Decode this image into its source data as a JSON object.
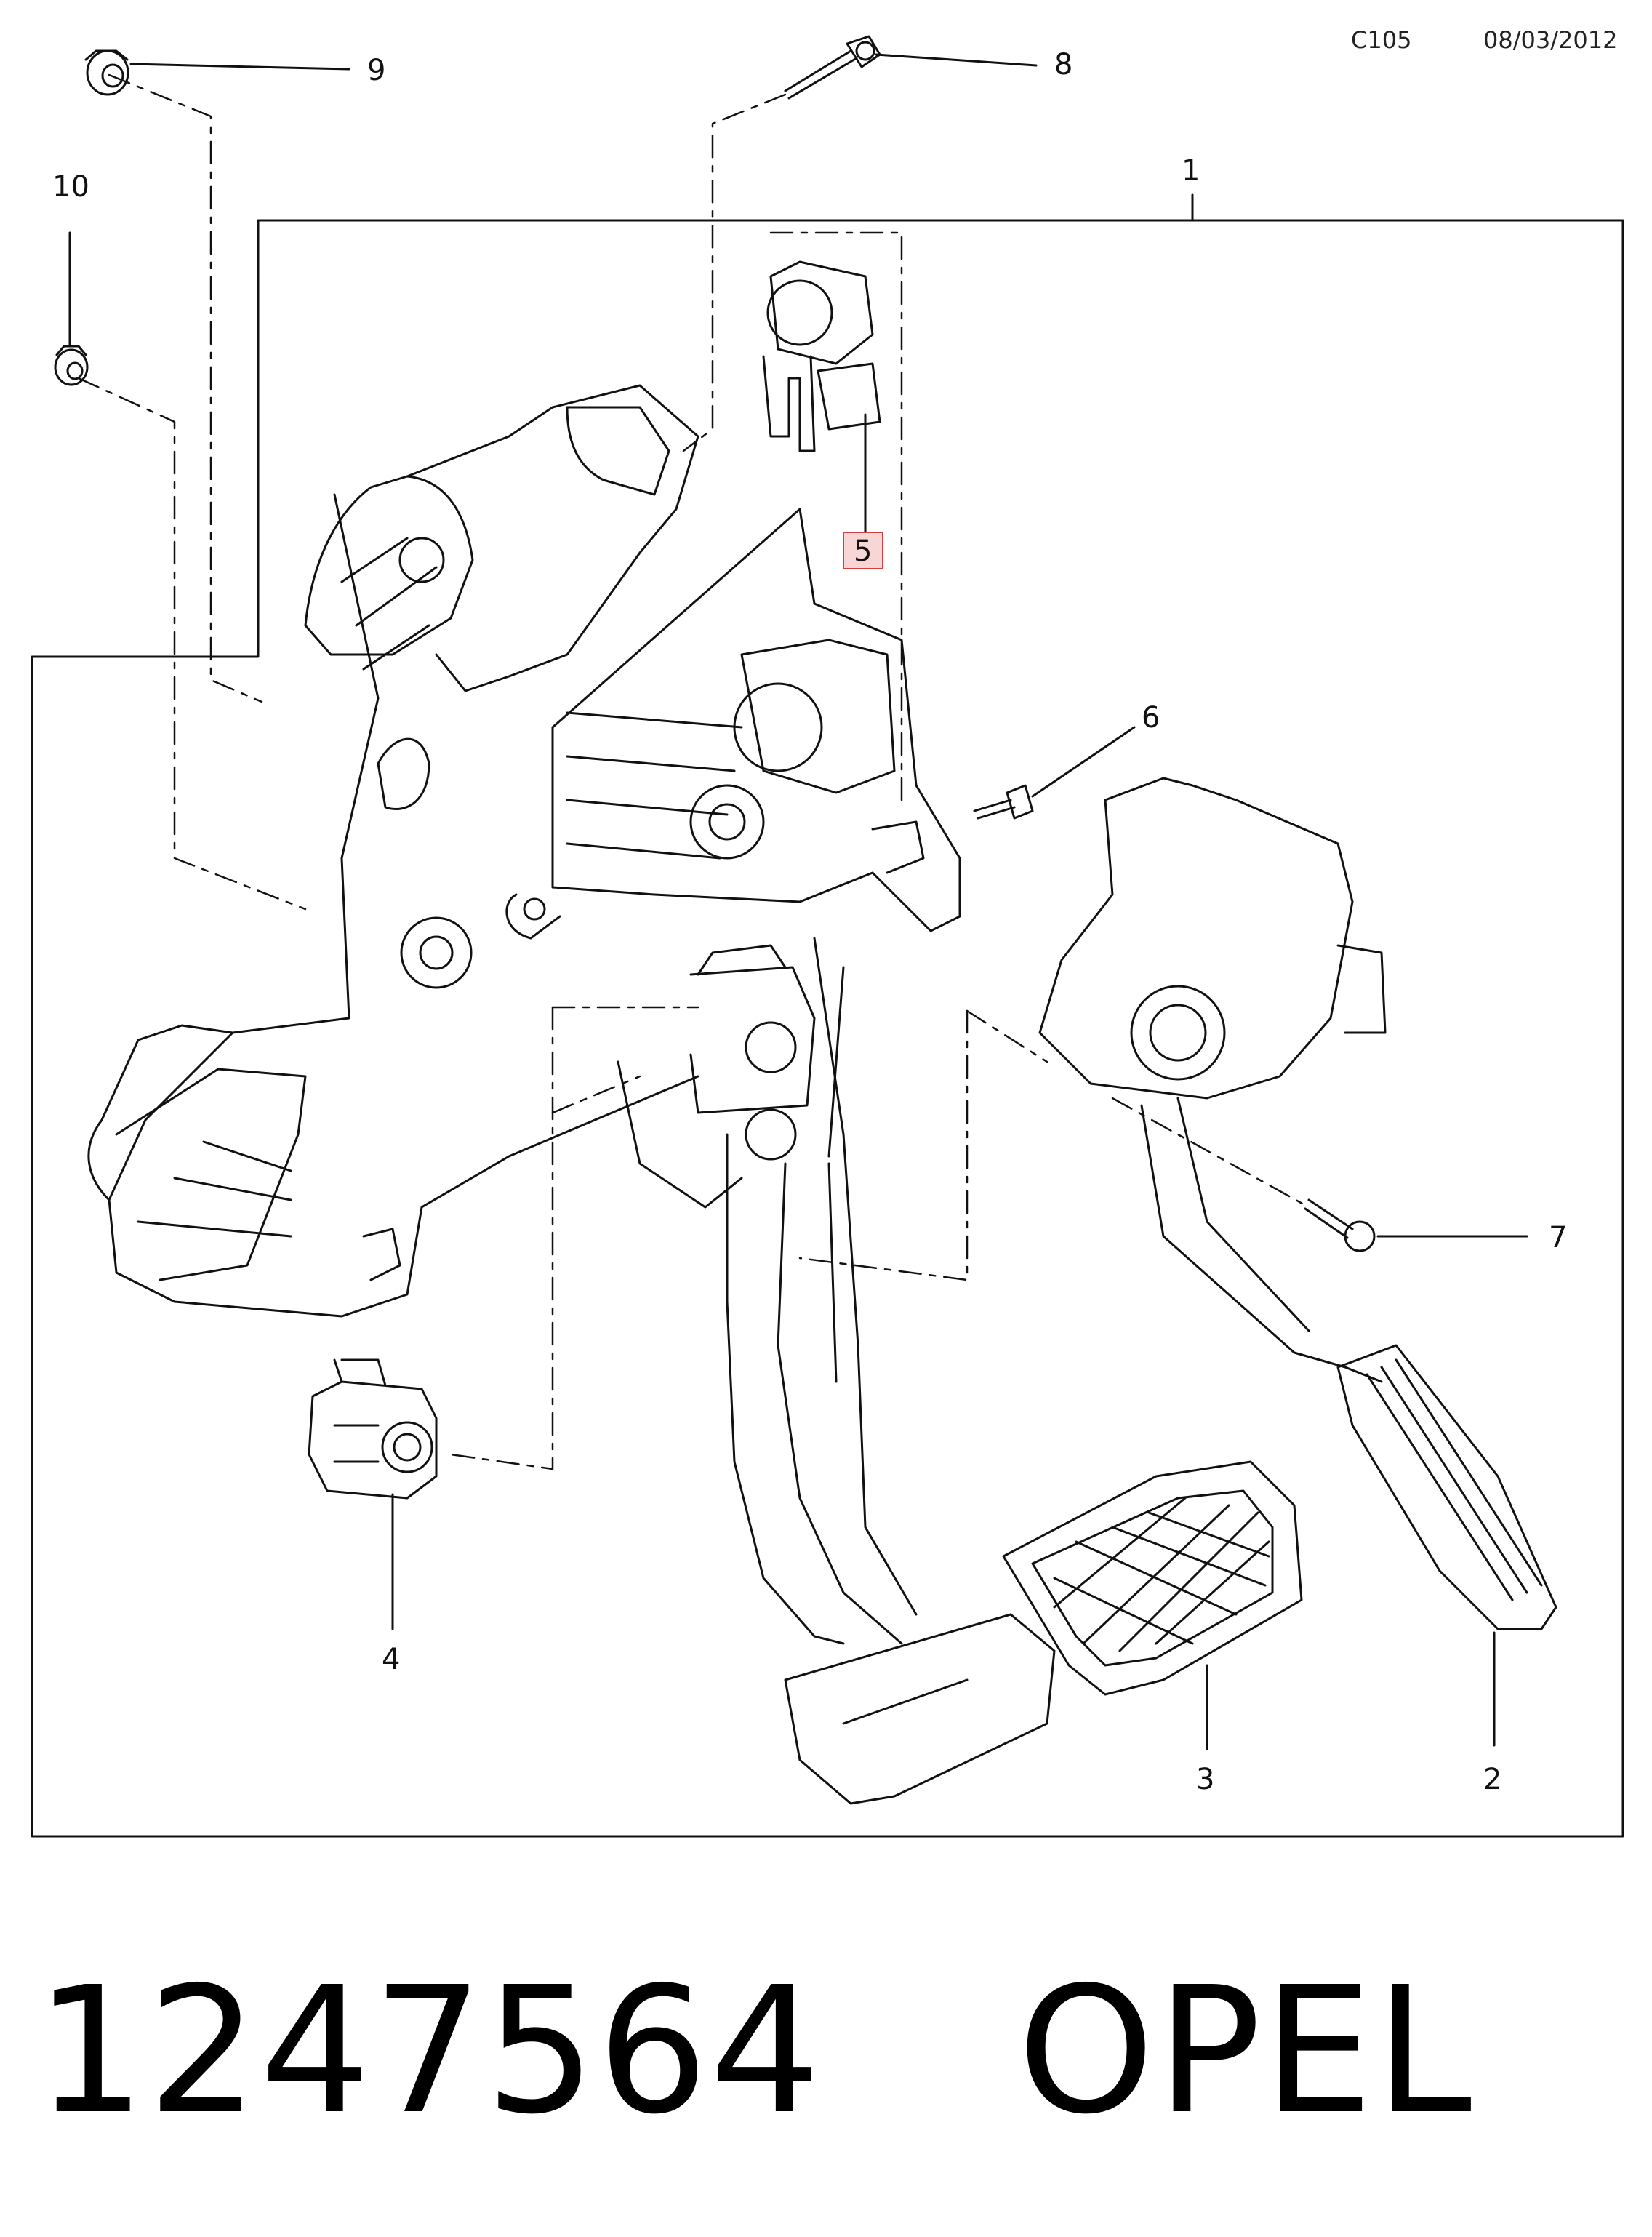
{
  "header": {
    "code": "C105",
    "date": "08/03/2012"
  },
  "callouts": [
    {
      "id": "1",
      "highlight": false
    },
    {
      "id": "2",
      "highlight": false
    },
    {
      "id": "3",
      "highlight": false
    },
    {
      "id": "4",
      "highlight": false
    },
    {
      "id": "5",
      "highlight": true
    },
    {
      "id": "6",
      "highlight": false
    },
    {
      "id": "7",
      "highlight": false
    },
    {
      "id": "8",
      "highlight": false
    },
    {
      "id": "9",
      "highlight": false
    },
    {
      "id": "10",
      "highlight": false
    }
  ],
  "footer": {
    "part_number": "1247564",
    "brand": "OPEL"
  },
  "colors": {
    "line": "#111111",
    "highlight_fill": "#f9d6d6",
    "highlight_stroke": "#d04040",
    "highlight_text": "#555555"
  }
}
